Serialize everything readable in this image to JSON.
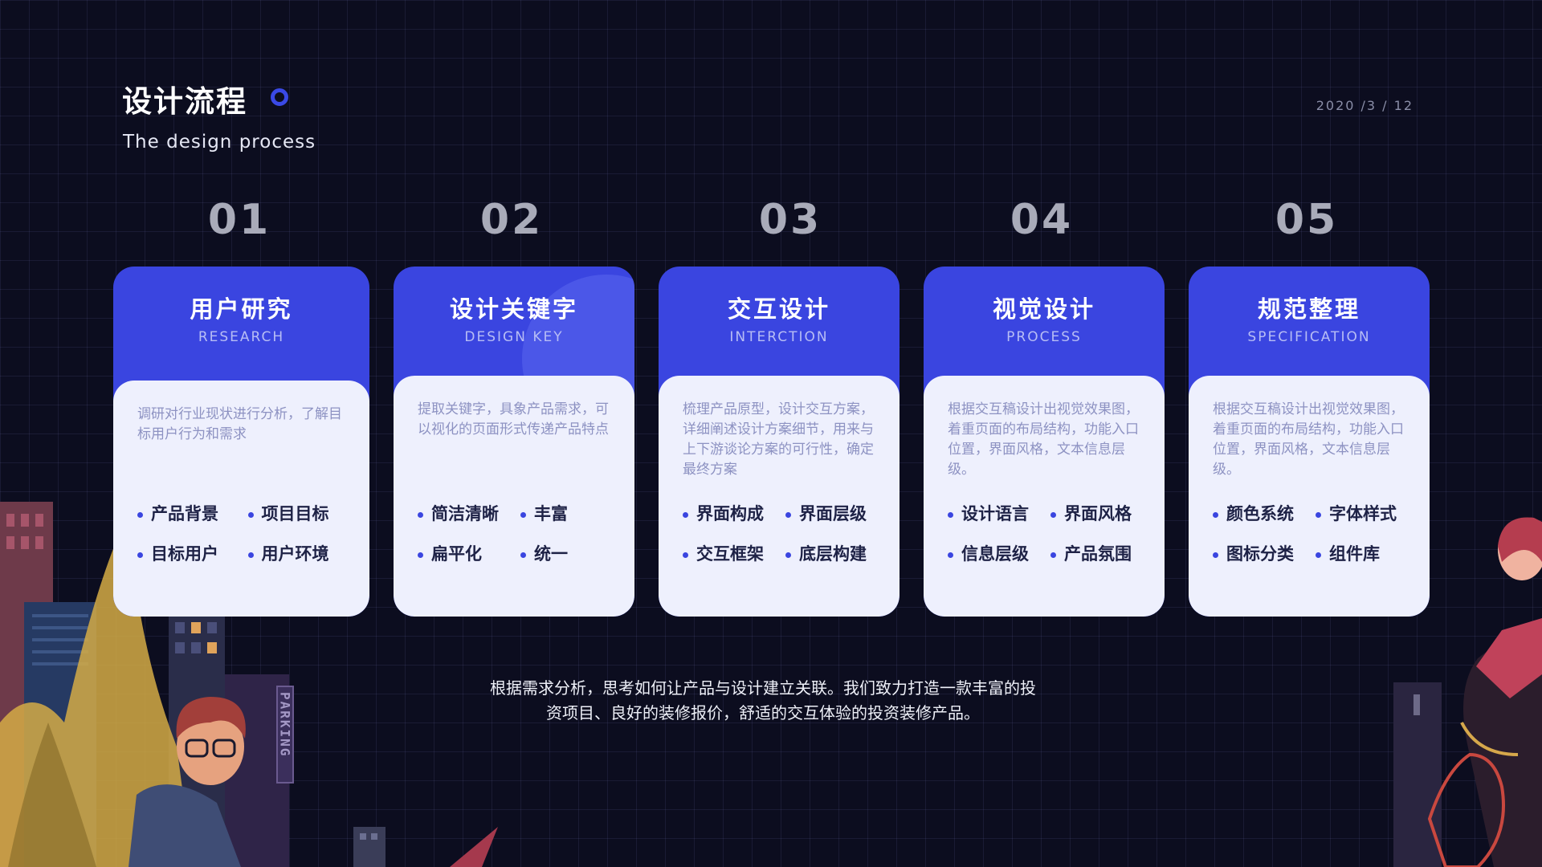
{
  "header": {
    "title": "设计流程",
    "subtitle": "The design process",
    "date": "2020 /3 / 12"
  },
  "steps": [
    {
      "number": "01",
      "title": "用户研究",
      "subtitle": "RESEARCH",
      "description": "调研对行业现状进行分析，了解目标用户行为和需求",
      "tags": [
        "产品背景",
        "项目目标",
        "目标用户",
        "用户环境"
      ]
    },
    {
      "number": "02",
      "title": "设计关键字",
      "subtitle": "DESIGN KEY",
      "description": "提取关键字，具象产品需求，可以视化的页面形式传递产品特点",
      "tags": [
        "简洁清晰",
        "丰富",
        "扁平化",
        "统一"
      ]
    },
    {
      "number": "03",
      "title": "交互设计",
      "subtitle": "INTERCTION",
      "description": "梳理产品原型，设计交互方案，详细阐述设计方案细节，用来与上下游谈论方案的可行性，确定最终方案",
      "tags": [
        "界面构成",
        "界面层级",
        "交互框架",
        "底层构建"
      ]
    },
    {
      "number": "04",
      "title": "视觉设计",
      "subtitle": "PROCESS",
      "description": "根据交互稿设计出视觉效果图，着重页面的布局结构，功能入口位置，界面风格，文本信息层级。",
      "tags": [
        "设计语言",
        "界面风格",
        "信息层级",
        "产品氛围"
      ]
    },
    {
      "number": "05",
      "title": "规范整理",
      "subtitle": "SPECIFICATION",
      "description": "根据交互稿设计出视觉效果图，着重页面的布局结构，功能入口位置，界面风格，文本信息层级。",
      "tags": [
        "颜色系统",
        "字体样式",
        "图标分类",
        "组件库"
      ]
    }
  ],
  "summary": {
    "line1": "根据需求分析，思考如何让产品与设计建立关联。我们致力打造一款丰富的投",
    "line2": "资项目、良好的装修报价，舒适的交互体验的投资装修产品。"
  },
  "illustration": {
    "parking_sign": "PARKING"
  },
  "colors": {
    "background": "#0c0d1f",
    "accent": "#3a45e0",
    "card_body": "#eef0fd"
  }
}
